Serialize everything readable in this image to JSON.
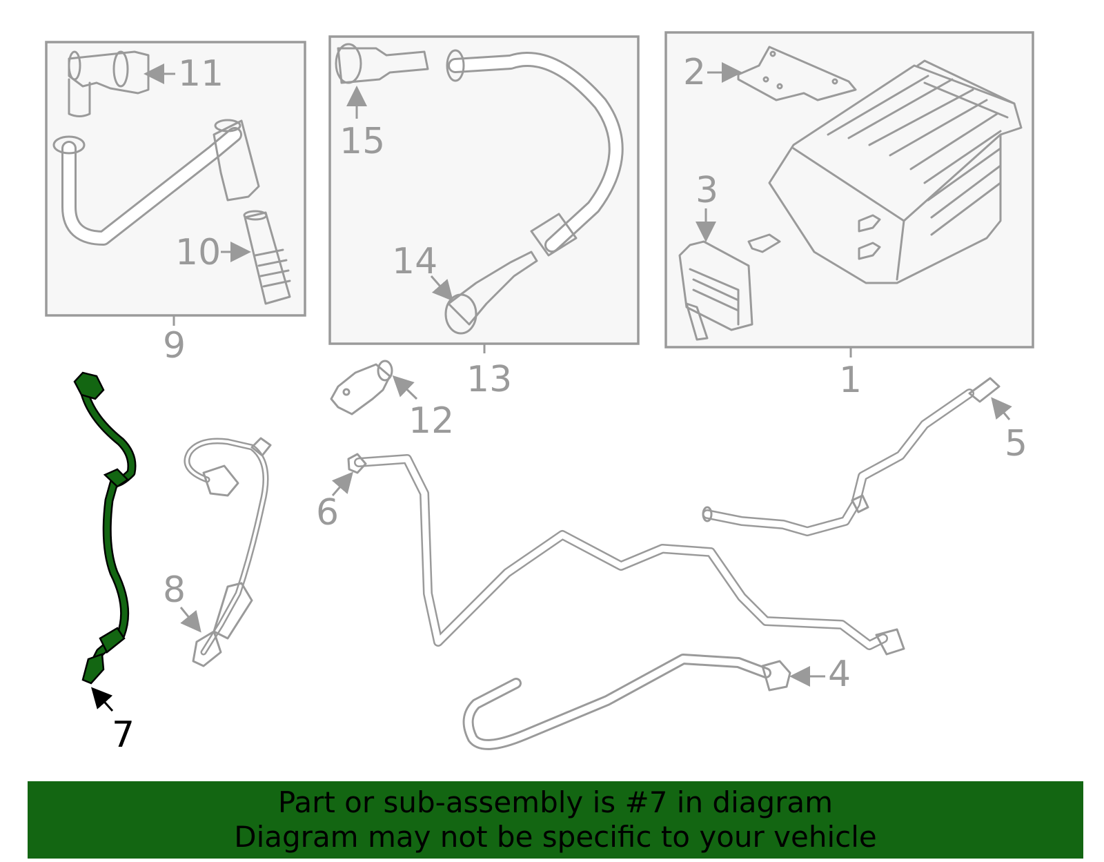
{
  "diagram": {
    "highlighted_part": "7",
    "highlight_color": "#136612",
    "line_color": "#9a9a9a",
    "callouts": [
      "1",
      "2",
      "3",
      "4",
      "5",
      "6",
      "7",
      "8",
      "9",
      "10",
      "11",
      "12",
      "13",
      "14",
      "15"
    ]
  },
  "banner": {
    "line1": "Part or sub-assembly is #7 in diagram",
    "line2": "Diagram may not be specific to your vehicle"
  }
}
